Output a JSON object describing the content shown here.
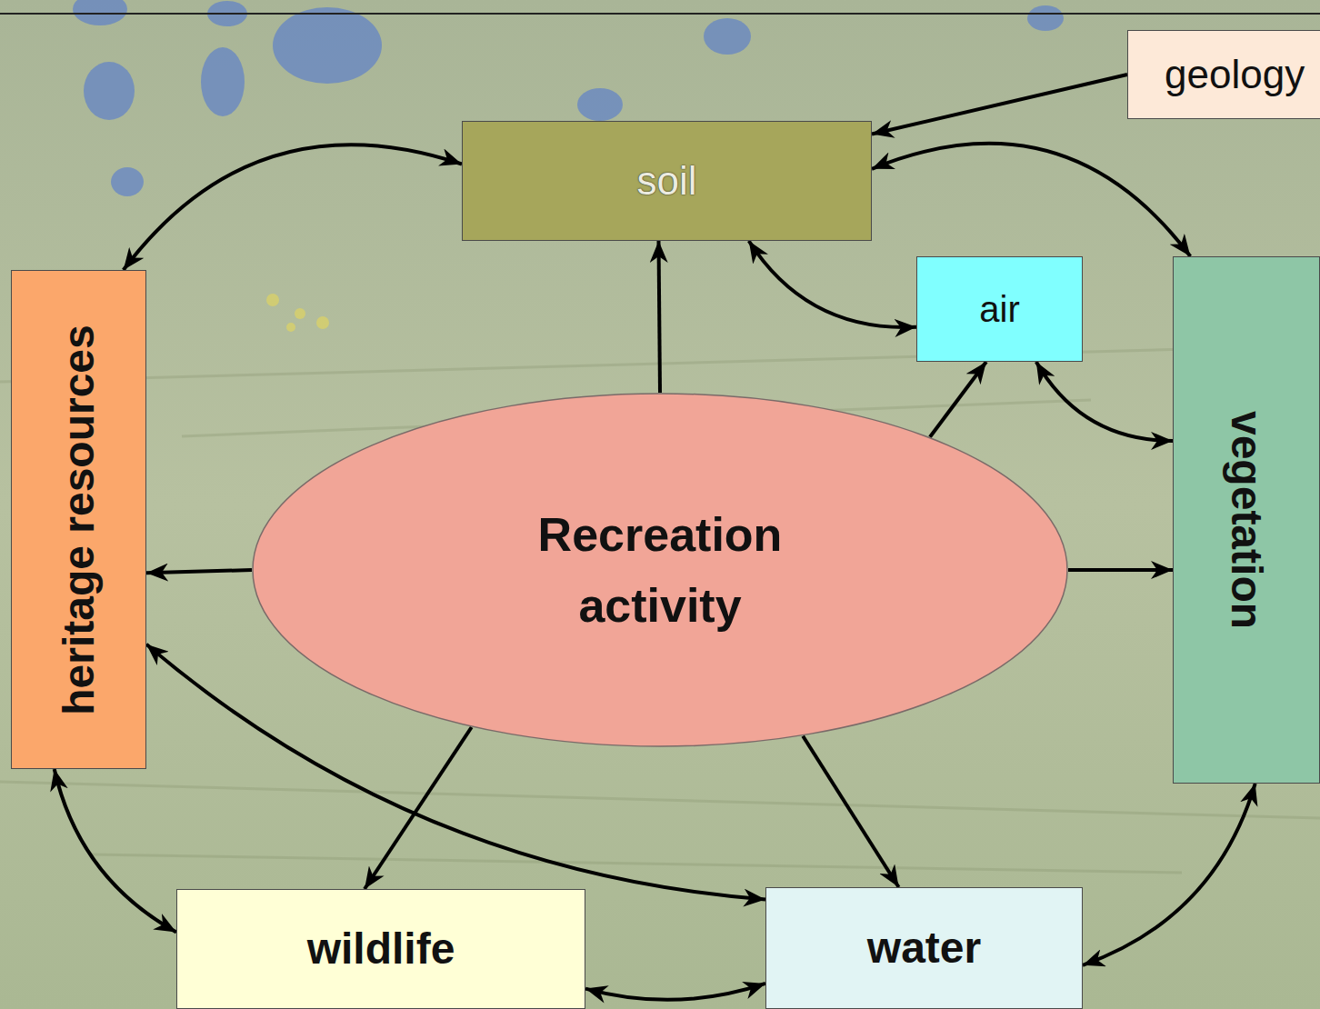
{
  "diagram": {
    "nodes": [
      {
        "text": [
          "geology"
        ]
      },
      {
        "text": [
          "soil"
        ]
      },
      {
        "text": [
          "air"
        ]
      },
      {
        "text": [
          "heritage resources"
        ]
      },
      {
        "text": [
          "Recreation activity"
        ]
      },
      {
        "text": [
          "vegetation"
        ]
      },
      {
        "text": [
          "wildlife"
        ]
      },
      {
        "text": [
          "water"
        ]
      }
    ],
    "edges": [
      {
        "from": 0,
        "to": 1,
        "arrow": "to"
      },
      {
        "from": 1,
        "to": 3,
        "arrow": "both"
      },
      {
        "from": 1,
        "to": 5,
        "arrow": "both"
      },
      {
        "from": 4,
        "to": 1,
        "arrow": "to"
      },
      {
        "from": 1,
        "to": 2,
        "arrow": "both"
      },
      {
        "from": 4,
        "to": 2,
        "arrow": "to"
      },
      {
        "from": 2,
        "to": 5,
        "arrow": "both"
      },
      {
        "from": 4,
        "to": 3,
        "arrow": "to"
      },
      {
        "from": 4,
        "to": 5,
        "arrow": "to"
      },
      {
        "from": 4,
        "to": 6,
        "arrow": "to"
      },
      {
        "from": 4,
        "to": 7,
        "arrow": "to"
      },
      {
        "from": 3,
        "to": 7,
        "arrow": "both"
      },
      {
        "from": 3,
        "to": 6,
        "arrow": "both"
      },
      {
        "from": 6,
        "to": 7,
        "arrow": "both"
      },
      {
        "from": 7,
        "to": 5,
        "arrow": "both"
      }
    ]
  }
}
